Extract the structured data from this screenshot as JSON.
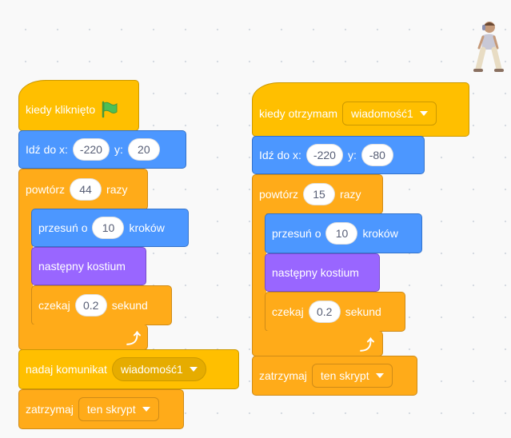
{
  "sprite": {
    "icon": "walking-person-sprite-icon"
  },
  "colors": {
    "events": "#ffbf00",
    "motion": "#4c97ff",
    "control": "#ffab19",
    "looks": "#9966ff"
  },
  "script1": {
    "hat_label": "kiedy kliknięto",
    "hat_icon": "green-flag-icon",
    "goto": {
      "label": "Idź do x:",
      "x": "-220",
      "y_label": "y:",
      "y": "20"
    },
    "repeat": {
      "label": "powtórz",
      "count": "44",
      "suffix": "razy"
    },
    "move": {
      "label": "przesuń o",
      "steps": "10",
      "suffix": "kroków"
    },
    "costume": {
      "label": "następny kostium"
    },
    "wait": {
      "label": "czekaj",
      "secs": "0.2",
      "suffix": "sekund"
    },
    "broadcast": {
      "label": "nadaj komunikat",
      "message": "wiadomość1"
    },
    "stop": {
      "label": "zatrzymaj",
      "option": "ten skrypt"
    }
  },
  "script2": {
    "hat_label": "kiedy otrzymam",
    "hat_message": "wiadomość1",
    "goto": {
      "label": "Idź do x:",
      "x": "-220",
      "y_label": "y:",
      "y": "-80"
    },
    "repeat": {
      "label": "powtórz",
      "count": "15",
      "suffix": "razy"
    },
    "move": {
      "label": "przesuń o",
      "steps": "10",
      "suffix": "kroków"
    },
    "costume": {
      "label": "następny kostium"
    },
    "wait": {
      "label": "czekaj",
      "secs": "0.2",
      "suffix": "sekund"
    },
    "stop": {
      "label": "zatrzymaj",
      "option": "ten skrypt"
    }
  }
}
